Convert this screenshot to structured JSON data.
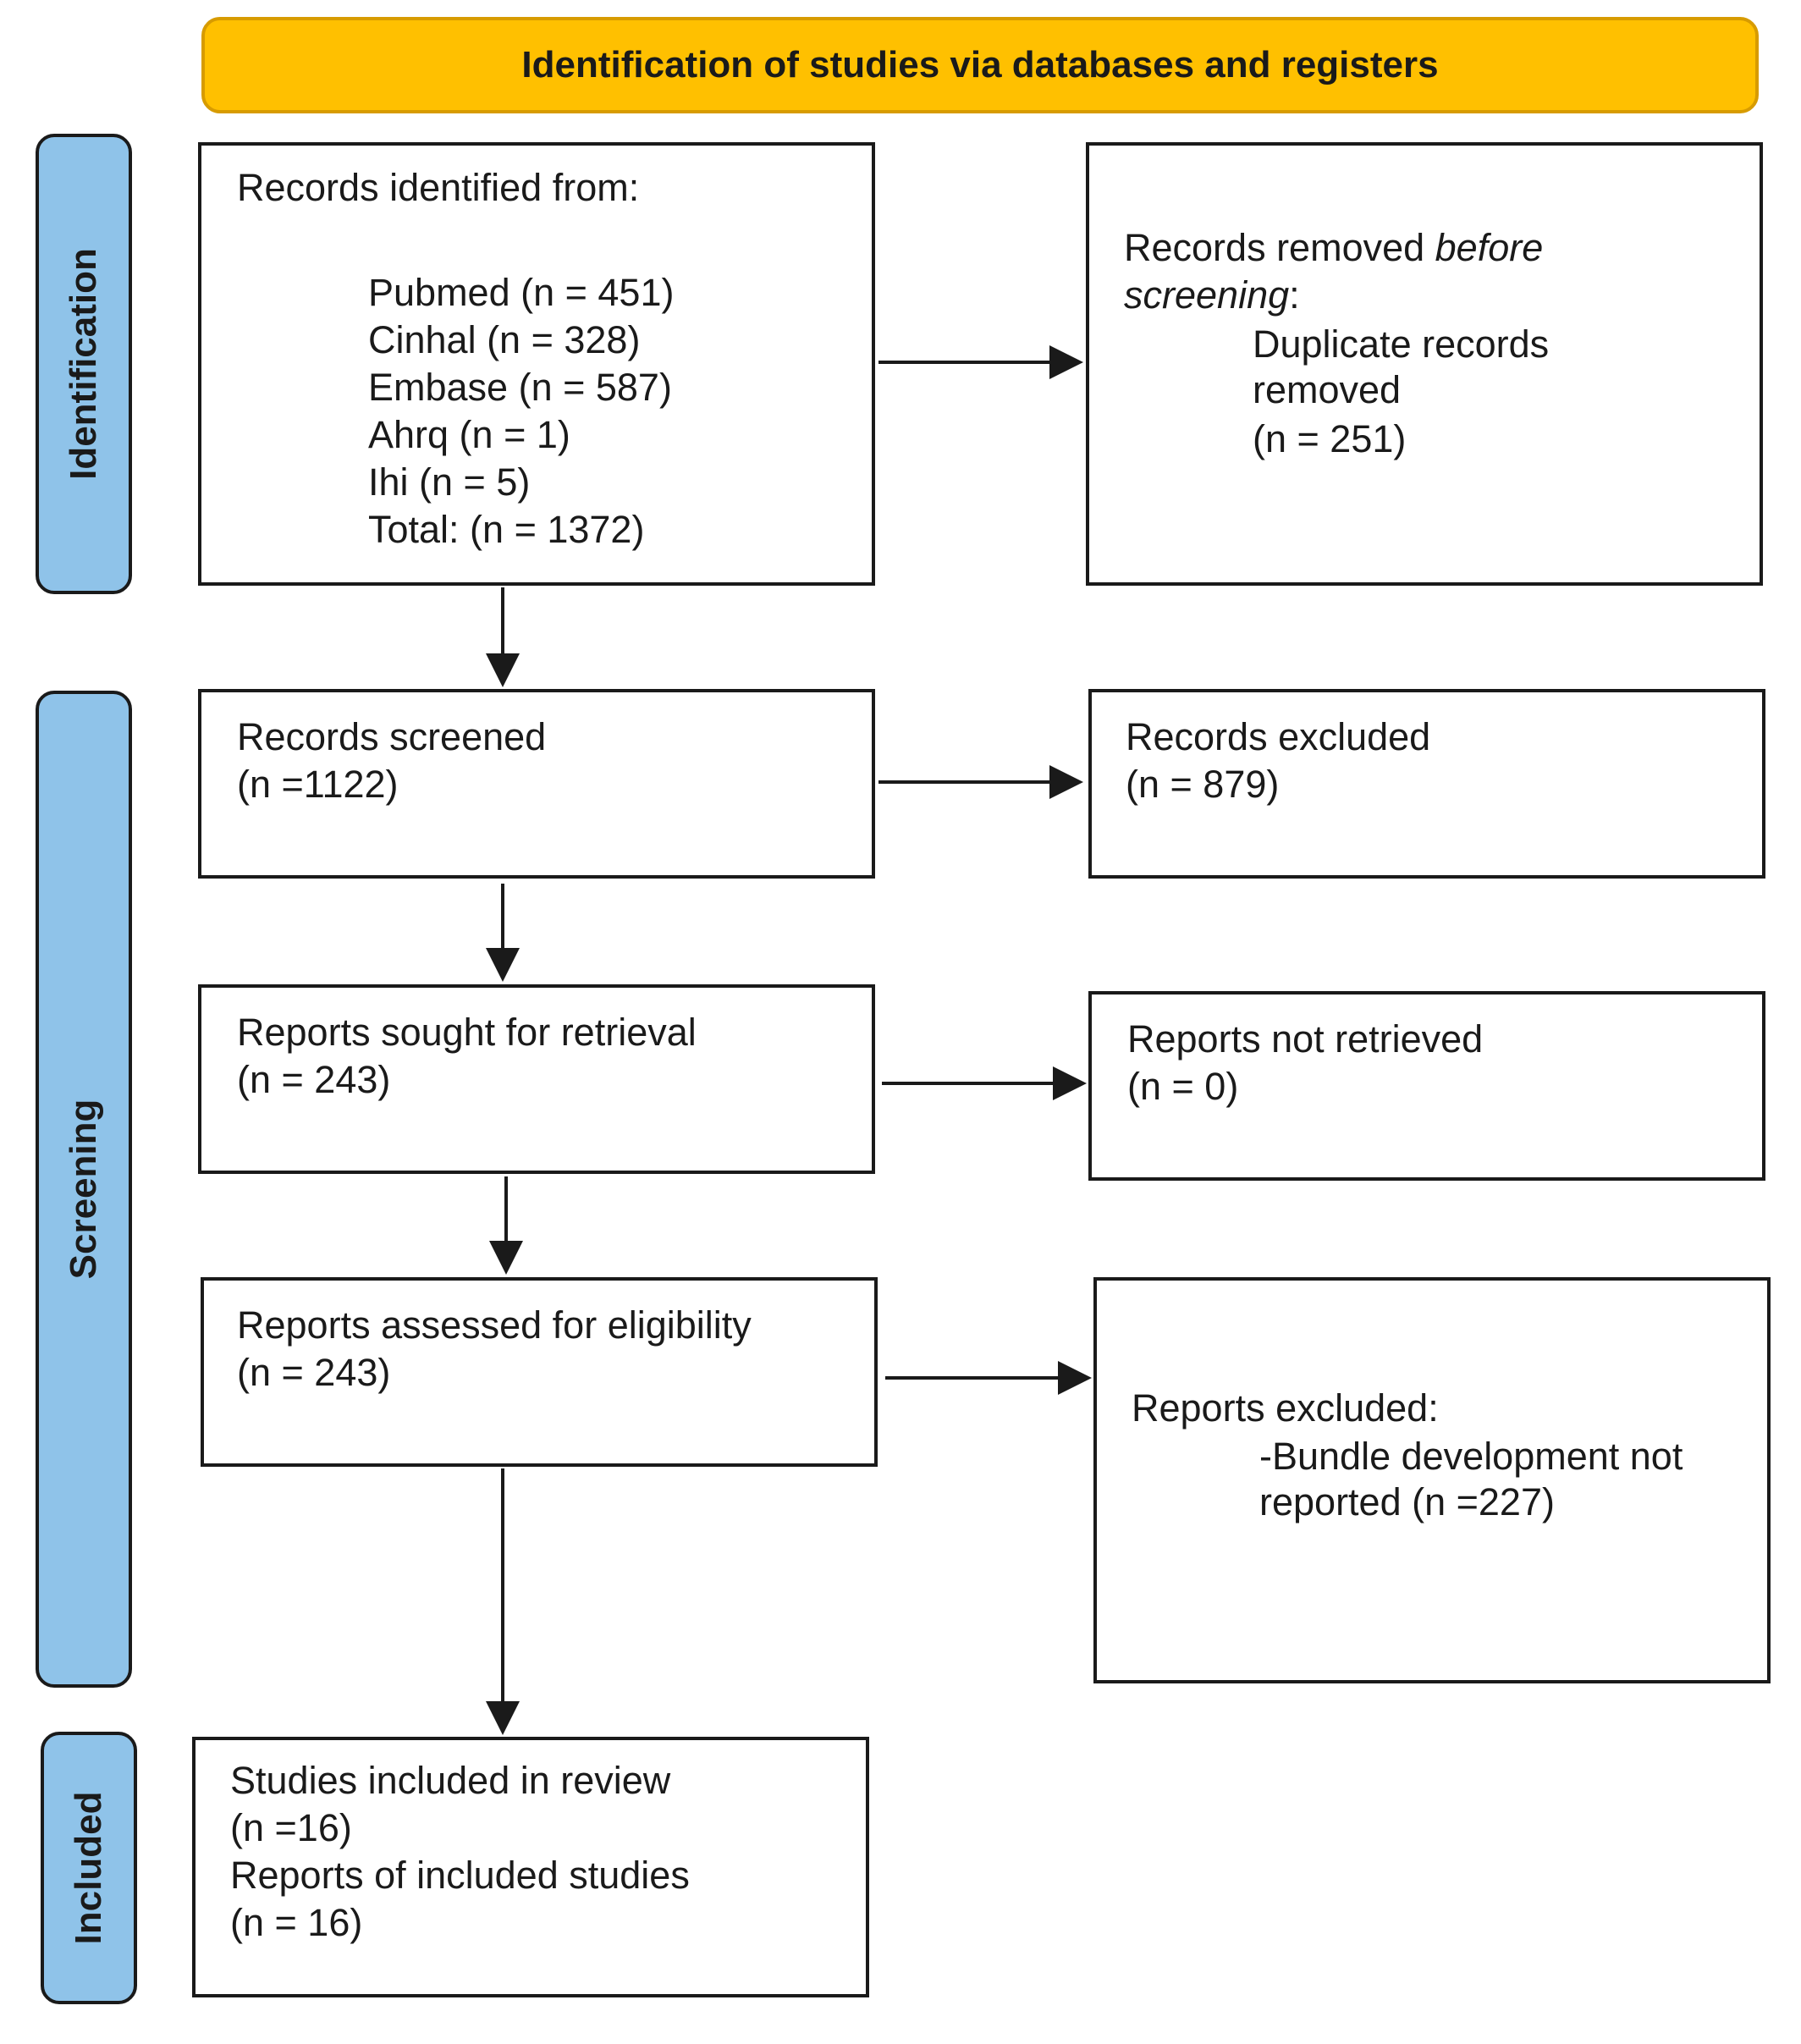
{
  "header": {
    "title": "Identification of studies via databases and registers"
  },
  "phases": {
    "identification": "Identification",
    "screening": "Screening",
    "included": "Included"
  },
  "identified": {
    "heading": "Records identified from:",
    "sources": [
      "Pubmed (n = 451)",
      "Cinhal (n = 328)",
      "Embase (n = 587)",
      "Ahrq (n = 1)",
      "Ihi (n = 5)",
      "Total: (n = 1372)"
    ]
  },
  "removed": {
    "label_start": "Records removed ",
    "label_before": "before",
    "label_screening": "screening",
    "label_colon": ":",
    "detail_line1": "Duplicate records",
    "detail_line2": "removed",
    "detail_line3": "(n = 251)"
  },
  "screened": {
    "label": "Records screened",
    "count": "(n =1122)"
  },
  "excluded": {
    "label": "Records excluded",
    "count": "(n = 879)"
  },
  "sought": {
    "label": "Reports sought for retrieval",
    "count": "(n = 243)"
  },
  "not_retrieved": {
    "label": "Reports not retrieved",
    "count": "(n = 0)"
  },
  "assessed": {
    "label": "Reports assessed for eligibility",
    "count": "(n = 243)"
  },
  "reports_excluded": {
    "label": "Reports excluded:",
    "reason_line1": "-Bundle development not",
    "reason_line2": "reported (n =227)"
  },
  "included": {
    "studies_label": "Studies included in review",
    "studies_count": "(n =16)",
    "reports_label": "Reports of included studies",
    "reports_count": "(n = 16)"
  },
  "colors": {
    "header_fill": "#ffc000",
    "header_border": "#d79b00",
    "phase_fill": "#8fc3e9",
    "line": "#1a1a1a"
  }
}
